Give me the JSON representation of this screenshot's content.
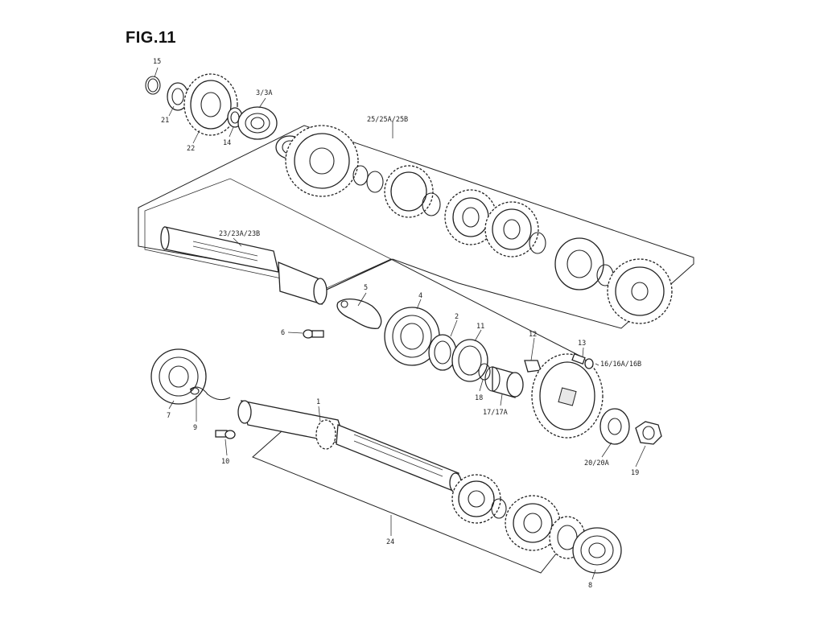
{
  "figure": {
    "title": "FIG.11"
  },
  "callouts": {
    "c15": "15",
    "c21": "21",
    "c22": "22",
    "c14": "14",
    "c3": "3/3A",
    "c25": "25/25A/25B",
    "c23": "23/23A/23B",
    "c5": "5",
    "c6": "6",
    "c4": "4",
    "c2": "2",
    "c11": "11",
    "c12": "12",
    "c13": "13",
    "c16": "16/16A/16B",
    "c18": "18",
    "c17": "17/17A",
    "c7": "7",
    "c9": "9",
    "c1": "1",
    "c10": "10",
    "c20": "20/20A",
    "c19": "19",
    "c24": "24",
    "c8": "8"
  }
}
